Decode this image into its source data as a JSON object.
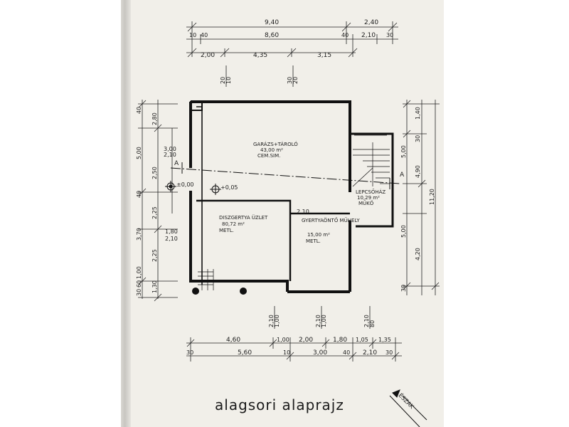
{
  "caption": "alagsori alaprajz",
  "top_dims": {
    "row1": [
      "9,40",
      "2,40"
    ],
    "row2": [
      "10",
      "40",
      "8,60",
      "40",
      "2,10",
      "30"
    ],
    "row3": [
      "2,00",
      "4,35",
      "3,15"
    ]
  },
  "top_openings": [
    "20",
    "10",
    "30",
    "20"
  ],
  "bottom_dims": {
    "row1": [
      "4,60",
      "1,00",
      "2,00",
      "1,80",
      "1,05",
      "1,35"
    ],
    "row2": [
      "30",
      "5,60",
      "10",
      "3,00",
      "40",
      "2,10",
      "30"
    ]
  },
  "bottom_openings": [
    "2,10",
    "1,00",
    "2,10",
    "1,00",
    "2,10",
    "80"
  ],
  "left_dims": [
    "40",
    "2,80",
    "5,00",
    "3,00",
    "2,10",
    "2,50",
    "40",
    "2,25",
    "3,70",
    "1,80",
    "2,10",
    "2,25",
    "1,00",
    "60",
    "30",
    "1,30"
  ],
  "right_dims": [
    "1,40",
    "30",
    "5,00",
    "4,90",
    "11,20",
    "5,00",
    "4,20",
    "30"
  ],
  "section_marker": "A",
  "levels": [
    "±0,00",
    "+0,05",
    "2,10"
  ],
  "rooms": [
    {
      "name": "GARÁZS+TÁROLÓ",
      "area": "43,00 m²",
      "floor": "CEM.SIM."
    },
    {
      "name": "DISZGERTYA ÜZLET",
      "area": "80,72 m²",
      "floor": "METL."
    },
    {
      "name": "GYERTYAÖNTŐ MŰHELY",
      "area": "15,00 m²",
      "floor": "METL."
    },
    {
      "name": "LEPCSŐHÁZ",
      "area": "10,29 m²",
      "floor": "MŰKŐ"
    }
  ],
  "north_label": "ÉSZAK"
}
